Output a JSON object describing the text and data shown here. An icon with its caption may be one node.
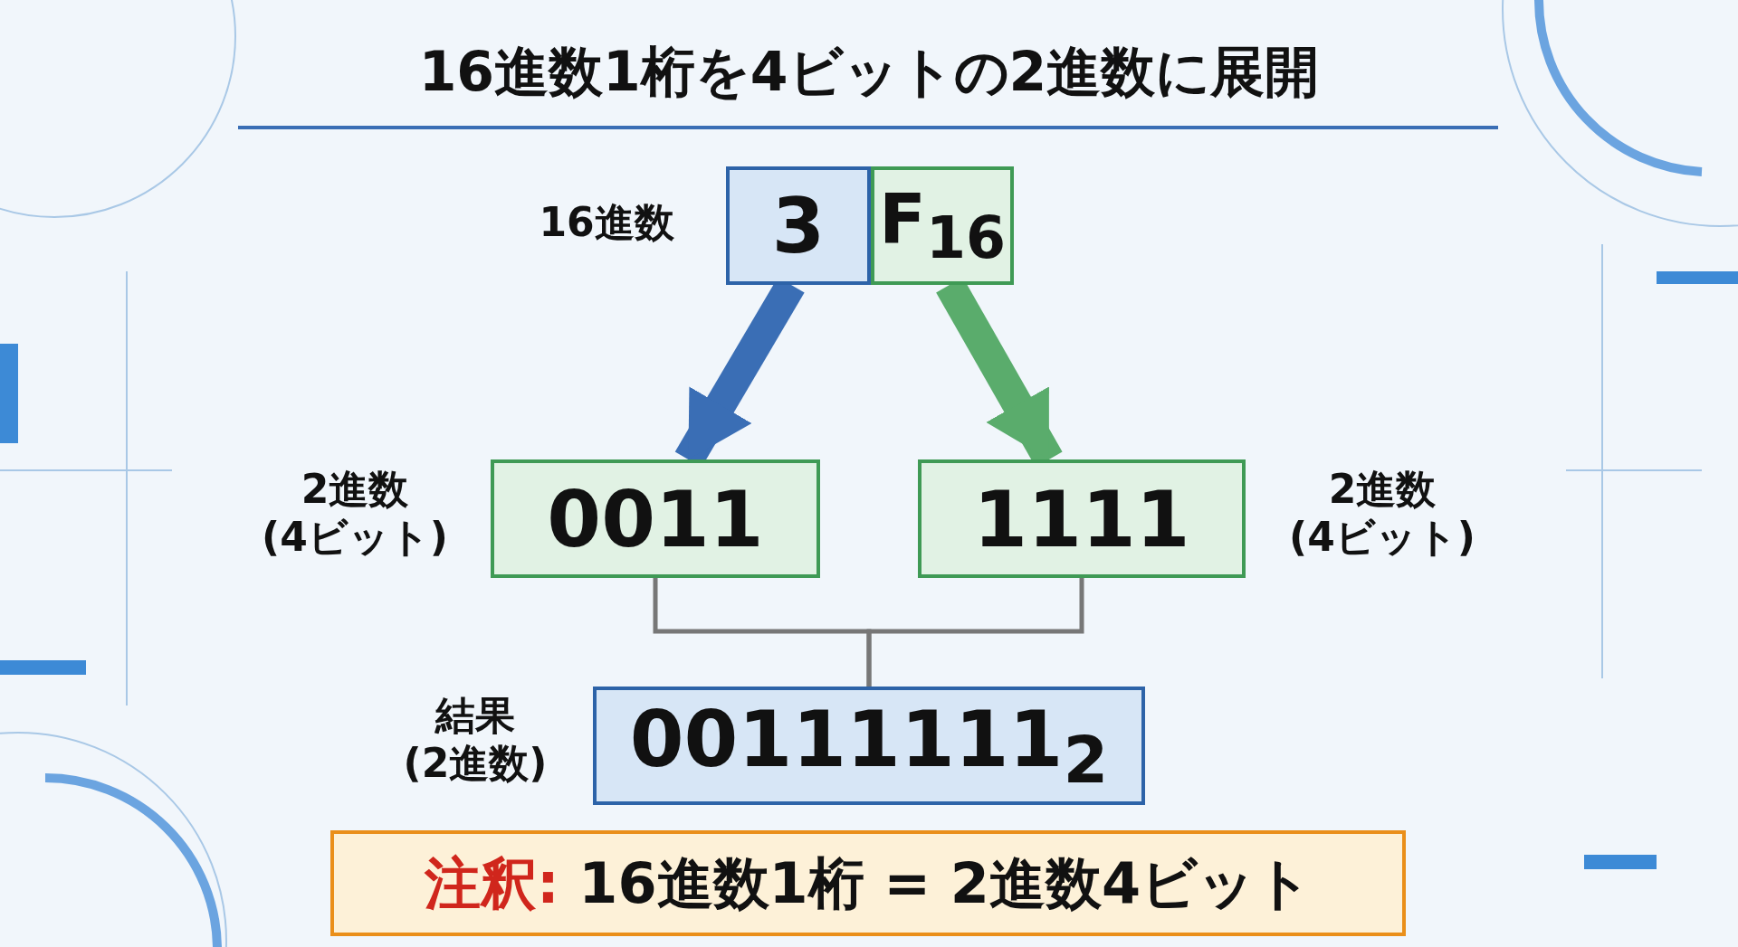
{
  "diagram": {
    "title": "16進数1桁を4ビットの2進数に展開",
    "nodes": [
      {
        "text": [
          "3"
        ],
        "beside": [
          "16進数"
        ]
      },
      {
        "text": [
          "F$_{16}$"
        ]
      },
      {
        "text": [
          "0011"
        ],
        "beside": [
          "2進数 (4ビット)"
        ]
      },
      {
        "text": [
          "1111"
        ],
        "beside": [
          "2進数 (4ビット)"
        ]
      },
      {
        "text": [
          "00111111$_{2}$"
        ],
        "beside": [
          "結果 (2進数)"
        ]
      },
      {
        "text": [
          "**注釈:** 16進数1桁 = 2進数4ビット"
        ]
      }
    ],
    "edges": [
      {
        "from": 0,
        "to": 2,
        "arrow": "to",
        "style": "thick",
        "color": "#3a6eb5"
      },
      {
        "from": 1,
        "to": 3,
        "arrow": "to",
        "style": "thick",
        "color": "#5aac6c"
      },
      {
        "from": 2,
        "to": 4,
        "arrow": "none"
      },
      {
        "from": 3,
        "to": 4,
        "arrow": "none"
      }
    ]
  }
}
